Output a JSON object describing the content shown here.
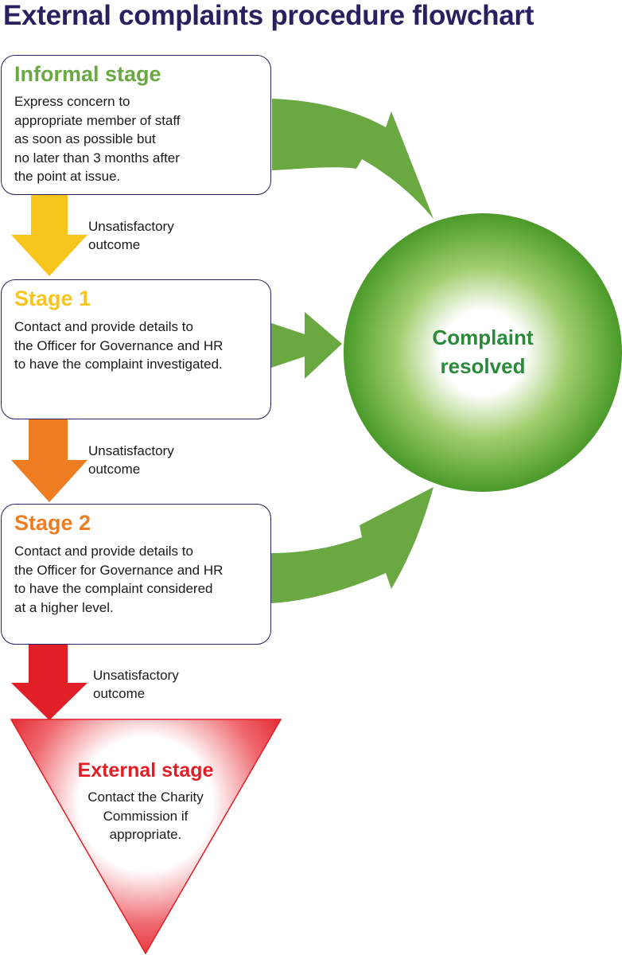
{
  "title": "External complaints procedure flowchart",
  "nodes": {
    "informal": {
      "title": "Informal stage",
      "body": "Express concern to\nappropriate member of staff\nas soon as possible but\nno later than 3 months after\nthe point at issue."
    },
    "stage1": {
      "title": "Stage 1",
      "body": "Contact and provide details to\nthe Officer for Governance and HR\nto have the complaint investigated."
    },
    "stage2": {
      "title": "Stage 2",
      "body": "Contact and provide details to\nthe Officer for Governance and HR\nto have the complaint considered\nat a higher level."
    },
    "external": {
      "title": "External stage",
      "body": "Contact the Charity\nCommission if\nappropriate."
    },
    "resolved": {
      "label": "Complaint\nresolved"
    }
  },
  "edges": {
    "informal_to_stage1": "Unsatisfactory\noutcome",
    "stage1_to_stage2": "Unsatisfactory\noutcome",
    "stage2_to_external": "Unsatisfactory\noutcome"
  },
  "colors": {
    "title": "#2a2060",
    "informal": "#6aa842",
    "stage1": "#f7c51b",
    "stage2": "#ee7d22",
    "external": "#e01f26",
    "resolved": "#4c9a2a",
    "resolved_text": "#2a8a3a"
  }
}
